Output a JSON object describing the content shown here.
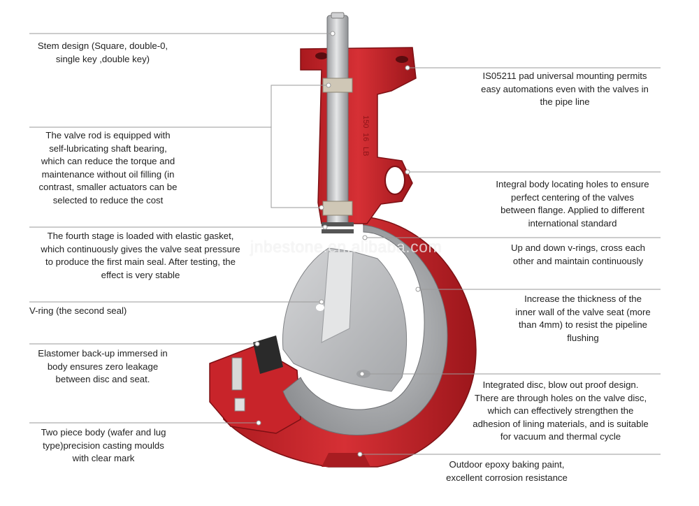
{
  "callouts": {
    "stem": "Stem design (Square, double-0,\nsingle key ,double key)",
    "rod": "The valve rod is equipped with\nself-lubricating shaft bearing,\nwhich can reduce the torque and\nmaintenance without oil filling (in\ncontrast, smaller actuators can be\nselected to reduce the cost",
    "fourth_stage": "The fourth stage is loaded with elastic gasket,\nwhich continuously gives the valve seat pressure\nto produce the first main seal. After testing, the\neffect is very stable",
    "v_ring": "V-ring (the second seal)",
    "elastomer": "Elastomer back-up immersed in\nbody ensures zero leakage\nbetween disc and seat.",
    "two_piece": "Two piece body (wafer and lug\ntype)precision casting moulds\nwith clear mark",
    "iso": "IS05211 pad universal mounting permits\neasy automations even with the valves in\nthe pipe line",
    "locating": "Integral body locating holes to ensure\nperfect centering of the valves\nbetween flange. Applied to different\ninternational standard",
    "up_down": "Up and down v-rings, cross each\nother and maintain continuously",
    "thickness": "Increase the thickness of the\ninner wall of the valve seat (more\nthan 4mm) to resist the pipeline\nflushing",
    "integrated": "Integrated disc, blow out proof design.\nThere are through holes on the valve disc,\nwhich can effectively strengthen the\nadhesion of lining materials, and is suitable\nfor vacuum and thermal cycle",
    "epoxy": "Outdoor epoxy baking paint,\nexcellent corrosion resistance"
  },
  "watermark": "jnbestone.en.alibaba.com",
  "colors": {
    "body_red": "#c8242a",
    "body_red_dark": "#8e1418",
    "seat_grey": "#a9abae",
    "disc_grey": "#bfc1c3",
    "leader": "#9a9a9a"
  }
}
